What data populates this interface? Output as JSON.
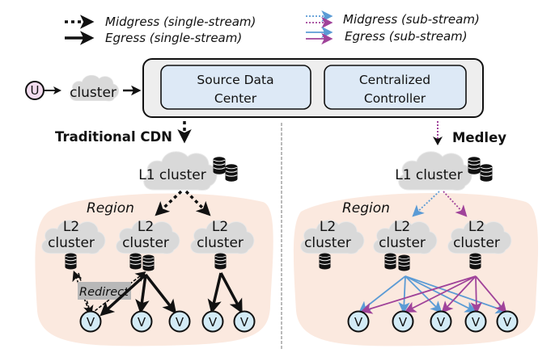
{
  "legend": {
    "single_stream": [
      {
        "label": "Midgress (single-stream)",
        "style": "dotted"
      },
      {
        "label": "Egress (single-stream)",
        "style": "solid"
      }
    ],
    "sub_stream": [
      {
        "label": "Midgress (sub-stream)",
        "style": "dotted"
      },
      {
        "label": "Egress (sub-stream)",
        "style": "solid"
      }
    ]
  },
  "top": {
    "user_label": "U",
    "ingest_cluster_label": "cluster",
    "source_dc_line1": "Source Data",
    "source_dc_line2": "Center",
    "controller_line1": "Centralized",
    "controller_line2": "Controller"
  },
  "left": {
    "title": "Traditional CDN",
    "l1_label": "L1 cluster",
    "region_label": "Region",
    "l2_line1": "L2",
    "l2_line2": "cluster",
    "redirect_label": "Redirect",
    "viewer_label": "V",
    "viewer_count": 5
  },
  "right": {
    "title": "Medley",
    "l1_label": "L1 cluster",
    "region_label": "Region",
    "l2_line1": "L2",
    "l2_line2": "cluster",
    "viewer_label": "V",
    "viewer_count": 5
  },
  "colors": {
    "black": "#111111",
    "blue_substream": "#5b9bd5",
    "purple_substream": "#a0439a",
    "cloud_fill": "#d9d9d9",
    "region_fill": "#fbe9df",
    "box_outer_fill": "#eeeeee",
    "box_inner_fill": "#dde9f6",
    "user_fill": "#f3dcef",
    "viewer_fill": "#d3ebf6",
    "redirect_bg": "#b8b8b8",
    "divider": "#aaaaaa"
  }
}
